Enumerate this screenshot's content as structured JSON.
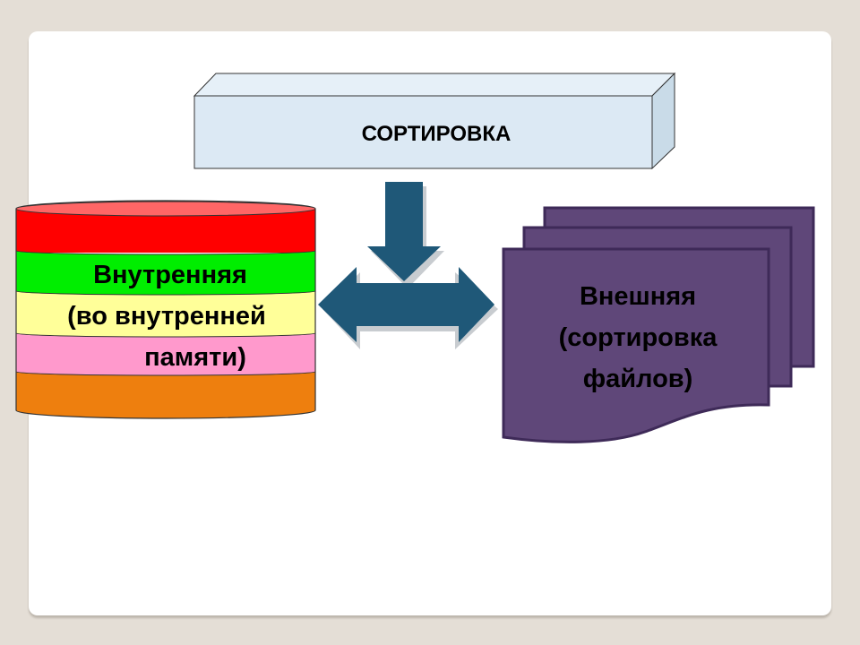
{
  "title_box": {
    "label": "СОРТИРОВКА"
  },
  "internal": {
    "lines": [
      "Внутренняя",
      "(во внутренней",
      "памяти)"
    ]
  },
  "external": {
    "lines": [
      "Внешняя",
      "(сортировка",
      "файлов)"
    ]
  },
  "colors": {
    "box": "#dce9f4",
    "arrow": "#1f5878",
    "documents": "#5f4779",
    "bands": [
      "#ff0000",
      "#00ee00",
      "#ffff99",
      "#ff99cc",
      "#ee7f0e"
    ]
  }
}
